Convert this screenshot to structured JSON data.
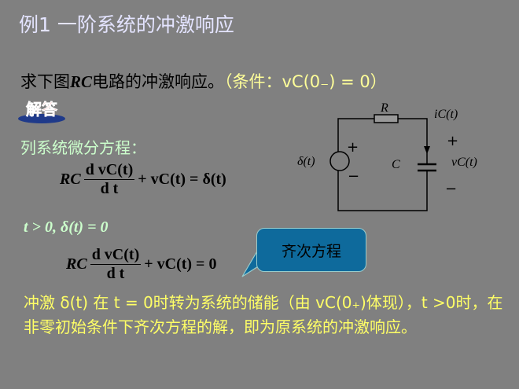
{
  "title": "例1  一阶系统的冲激响应",
  "problem": {
    "text": "求下图RC电路的冲激响应。",
    "rc": "RC",
    "prefix": "求下图",
    "suffix": "电路的冲激响应。",
    "condition": "（条件：vC(0₋) = 0）"
  },
  "badge": "解答",
  "step1": "列系统微分方程：",
  "eq1": {
    "lhs": "RC",
    "num": "d vC(t)",
    "den": "d t",
    "rest": "+ vC(t) = δ(t)"
  },
  "cond2": "t > 0, δ(t) = 0",
  "eq2": {
    "lhs": "RC",
    "num": "d vC(t)",
    "den": "d t",
    "rest": "+ vC(t) = 0"
  },
  "callout": "齐次方程",
  "paragraph": "冲激 δ(t) 在 t = 0时转为系统的储能（由 vC(0₊)体现），t >0时，在非零初始条件下齐次方程的解，即为原系统的冲激响应。",
  "circuit": {
    "R": "R",
    "iC": "iC(t)",
    "C": "C",
    "vC": "vC(t)",
    "source": "δ(t)",
    "plus": "+",
    "minus": "−"
  }
}
